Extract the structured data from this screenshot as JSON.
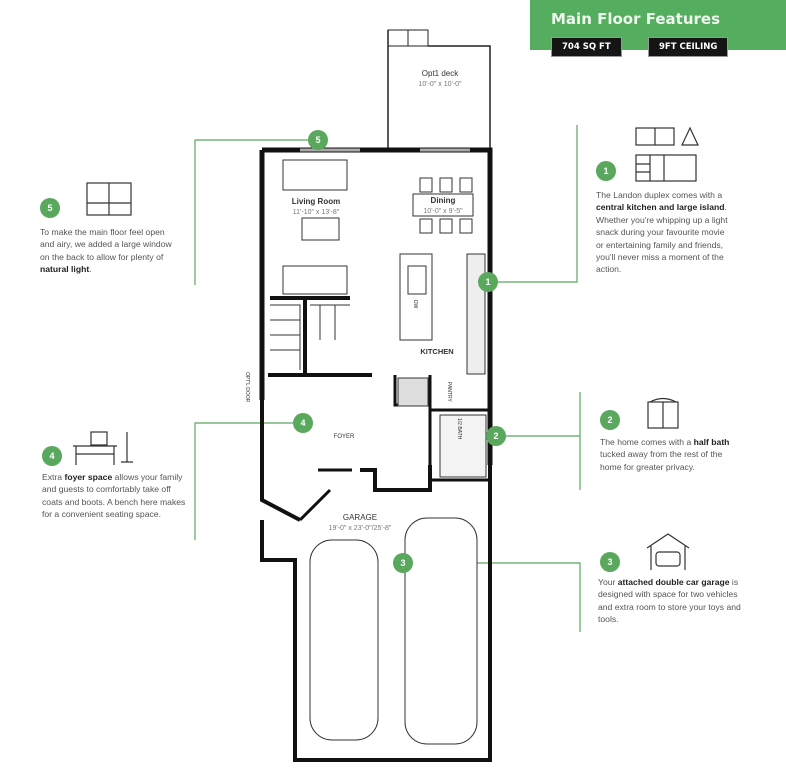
{
  "header": {
    "title": "Main Floor Features",
    "sqft": "704 SQ FT",
    "ceiling": "9FT  CEILING"
  },
  "plan": {
    "deck": {
      "name": "Opt1 deck",
      "dims": "10'-0\" x 10'-0\""
    },
    "living": {
      "name": "Living Room",
      "dims": "11'-10\" x 13'-8\""
    },
    "dining": {
      "name": "Dining",
      "dims": "10'-0\" x 9'-5\""
    },
    "kitchen": "KITCHEN",
    "pantry": "PANTRY",
    "bath": "1/2 BATH",
    "foyer": "FOYER",
    "opt_door": "OPT'L DOOR",
    "dw": "DW",
    "garage": {
      "name": "GARAGE",
      "dims": "19'-0\" x 23'-0\"/25'-8\""
    }
  },
  "features": [
    {
      "num": "1",
      "parts": [
        "The Landon duplex comes with a ",
        "central kitchen and large island",
        ". Whether you're whipping up a light snack during your favourite movie or entertaining family and friends, you'll never miss a moment of the action."
      ]
    },
    {
      "num": "2",
      "parts": [
        "The home comes with a ",
        "half bath",
        " tucked away from the rest of the home for greater privacy."
      ]
    },
    {
      "num": "3",
      "parts": [
        "Your ",
        "attached double car garage",
        " is designed with space for two vehicles and extra room to store your toys and tools."
      ]
    },
    {
      "num": "4",
      "parts": [
        "Extra ",
        "foyer space",
        " allows your family and guests to comfortably take off coats and boots. A bench here makes for a convenient seating space."
      ]
    },
    {
      "num": "5",
      "parts": [
        "To make the main floor feel open and airy, we added a large window on the back to allow for plenty of ",
        "natural light",
        "."
      ]
    }
  ],
  "colors": {
    "accent": "#5aa85e",
    "badge": "#151515"
  }
}
